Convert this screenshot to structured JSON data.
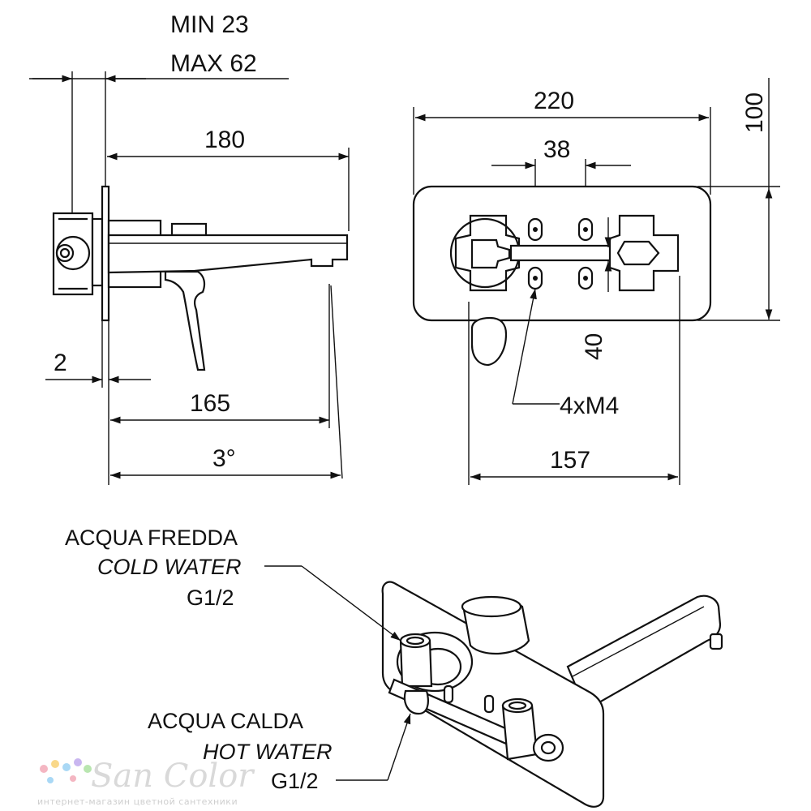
{
  "dimensions": {
    "wall_min": "MIN  23",
    "wall_max": "MAX 62",
    "spout_length": "180",
    "plate_thickness": "2",
    "spout_projection": "165",
    "angle": "3°",
    "plate_width": "220",
    "plate_height": "100",
    "hole_spacing": "38",
    "hole_offset": "40",
    "screws": "4xM4",
    "body_width": "157"
  },
  "callouts": {
    "cold": {
      "line1": "ACQUA FREDDA",
      "line2": "COLD WATER",
      "line3": "G1/2"
    },
    "hot": {
      "line1": "ACQUA CALDA",
      "line2": "HOT WATER",
      "line3": "G1/2"
    }
  },
  "watermark": {
    "name": "San Color",
    "tagline": "интернет-магазин цветной сантехники",
    "dot_colors": [
      "#f4b6c2",
      "#f9d88a",
      "#a9d8f5",
      "#c9b6f0",
      "#b9e6b0"
    ]
  }
}
